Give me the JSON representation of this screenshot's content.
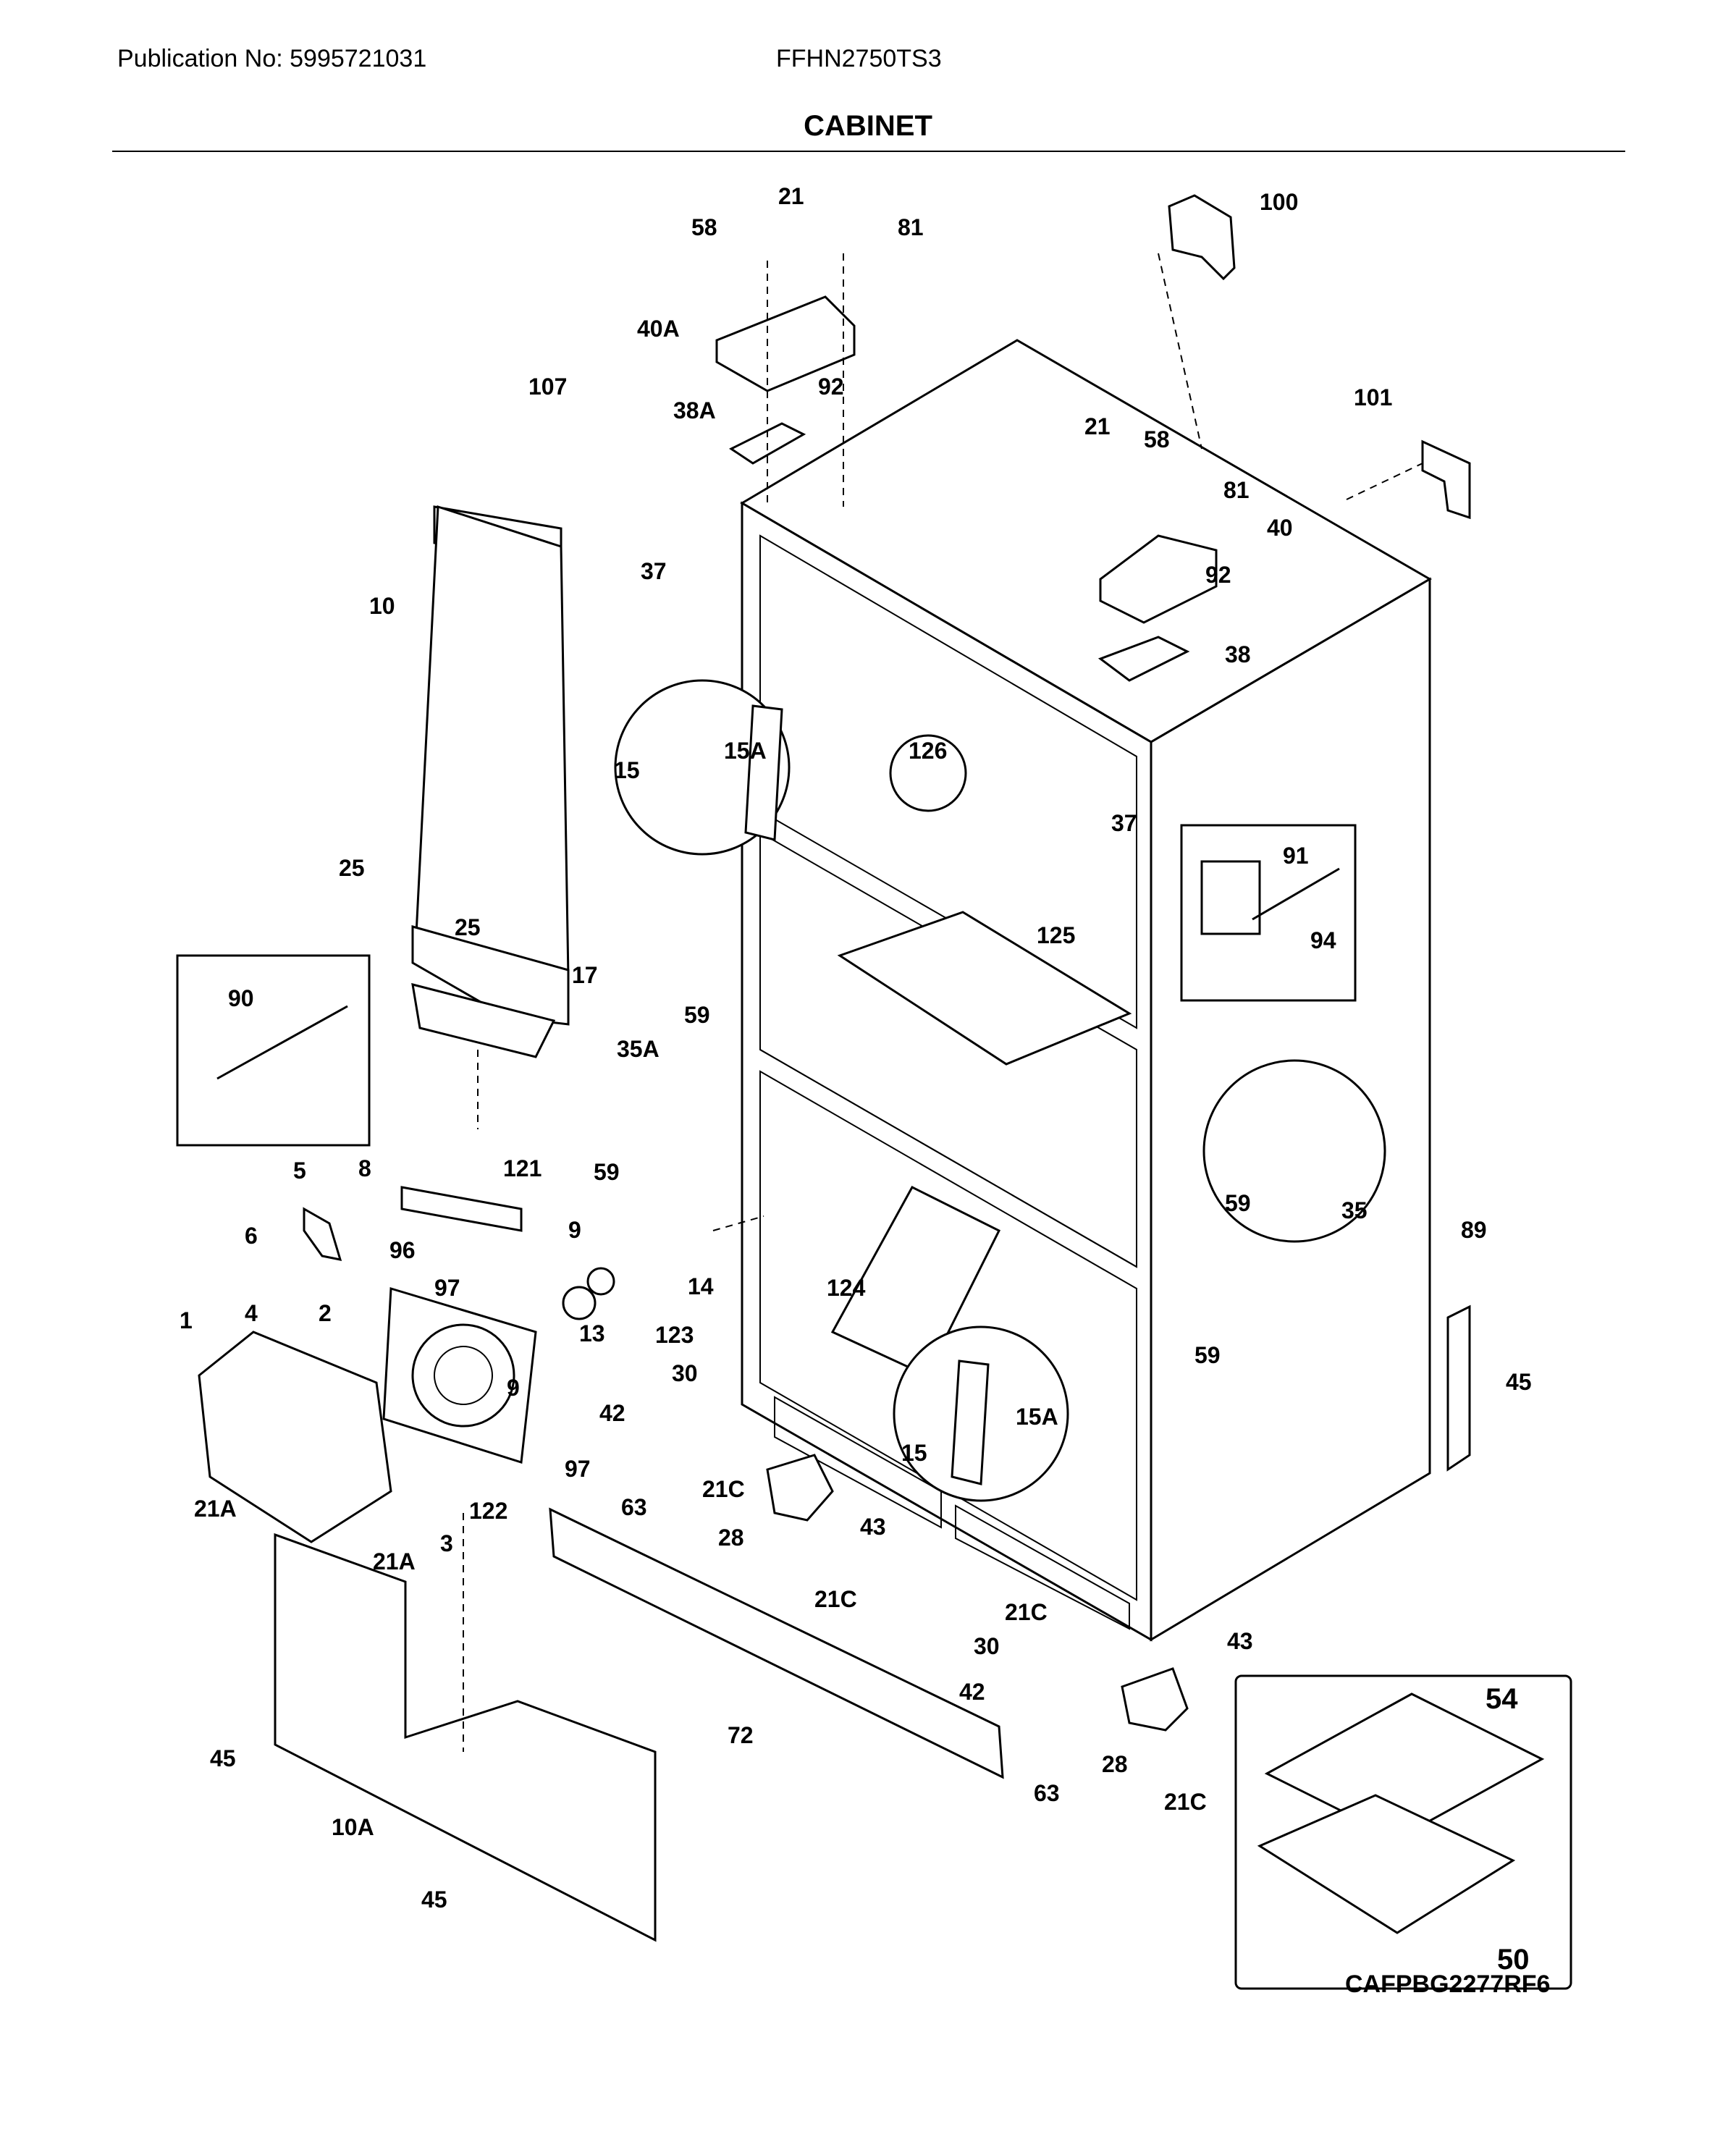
{
  "header": {
    "publication": "Publication No: 5995721031",
    "model": "FFHN2750TS3",
    "section_title": "CABINET"
  },
  "footer": {
    "diagram_code": "CAFPBG2277RF6"
  },
  "callouts": {
    "c1": "1",
    "c2": "2",
    "c3": "3",
    "c4": "4",
    "c5": "5",
    "c6": "6",
    "c8": "8",
    "c9a": "9",
    "c9b": "9",
    "c10": "10",
    "c10A": "10A",
    "c13": "13",
    "c14": "14",
    "c15a": "15",
    "c15Aa": "15A",
    "c15b": "15",
    "c15Ab": "15A",
    "c17": "17",
    "c21a": "21",
    "c21b": "21",
    "c21Aa": "21A",
    "c21Ab": "21A",
    "c21Ca": "21C",
    "c21Cb": "21C",
    "c21Cc": "21C",
    "c21Cd": "21C",
    "c25a": "25",
    "c25b": "25",
    "c28a": "28",
    "c28b": "28",
    "c30a": "30",
    "c30b": "30",
    "c35": "35",
    "c35A": "35A",
    "c37a": "37",
    "c37b": "37",
    "c38": "38",
    "c38A": "38A",
    "c40": "40",
    "c40A": "40A",
    "c42a": "42",
    "c42b": "42",
    "c43a": "43",
    "c43b": "43",
    "c45a": "45",
    "c45b": "45",
    "c45c": "45",
    "c50": "50",
    "c54": "54",
    "c58a": "58",
    "c58b": "58",
    "c59a": "59",
    "c59b": "59",
    "c59c": "59",
    "c59d": "59",
    "c63a": "63",
    "c63b": "63",
    "c72": "72",
    "c81a": "81",
    "c81b": "81",
    "c89": "89",
    "c90": "90",
    "c91": "91",
    "c92a": "92",
    "c92b": "92",
    "c94": "94",
    "c96": "96",
    "c97a": "97",
    "c97b": "97",
    "c100": "100",
    "c101": "101",
    "c107": "107",
    "c121": "121",
    "c122": "122",
    "c123": "123",
    "c124": "124",
    "c125": "125",
    "c126": "126"
  }
}
